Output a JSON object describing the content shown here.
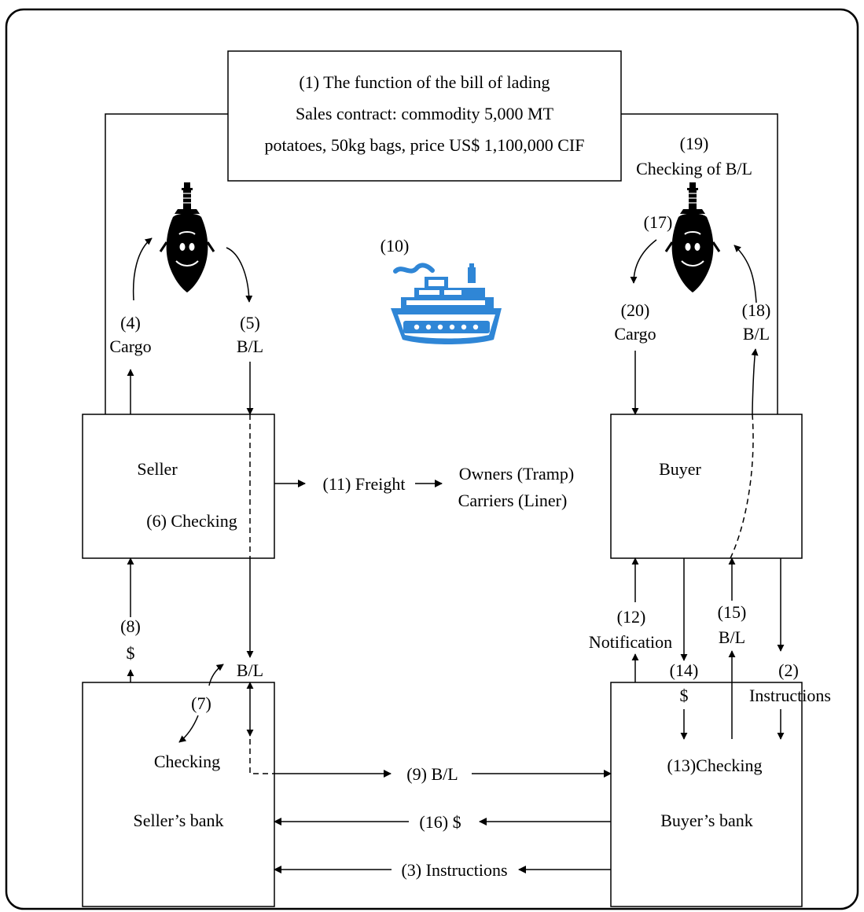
{
  "title": {
    "line1": "(1) The function of the bill of lading",
    "line2": "Sales contract: commodity 5,000 MT",
    "line3": "potatoes, 50kg bags, price US$ 1,100,000 CIF"
  },
  "nodes": {
    "seller": "Seller",
    "seller_checking": "(6) Checking",
    "buyer": "Buyer",
    "sellers_bank": "Seller’s bank",
    "sellers_bank_checking": "Checking",
    "buyers_bank": "Buyer’s bank",
    "buyers_bank_checking": "(13)Checking"
  },
  "labels": {
    "cargo_4_num": "(4)",
    "cargo_4": "Cargo",
    "bl_5_num": "(5)",
    "bl_5": "B/L",
    "ship_10": "(10)",
    "freight_11": "(11) Freight",
    "owners": "Owners (Tramp)",
    "carriers": "Carriers (Liner)",
    "dollar_8_num": "(8)",
    "dollar_8": "$",
    "bl_mid": "B/L",
    "checking_7": "(7)",
    "bl_9": "(9) B/L",
    "dollar_16": "(16) $",
    "instructions_3": "(3) Instructions",
    "checking_19_num": "(19)",
    "checking_19": "Checking of B/L",
    "num_17": "(17)",
    "cargo_20_num": "(20)",
    "cargo_20": "Cargo",
    "bl_18_num": "(18)",
    "bl_18": "B/L",
    "notification_12_num": "(12)",
    "notification_12": "Notification",
    "dollar_14_num": "(14)",
    "dollar_14": "$",
    "bl_15_num": "(15)",
    "bl_15": "B/L",
    "instructions_2_num": "(2)",
    "instructions_2": "Instructions"
  },
  "icons": {
    "seller_ship": "ship-silhouette-icon",
    "buyer_ship": "ship-silhouette-icon",
    "cargo_ship": "cargo-ship-icon",
    "ship_color": "#2f86d6"
  }
}
